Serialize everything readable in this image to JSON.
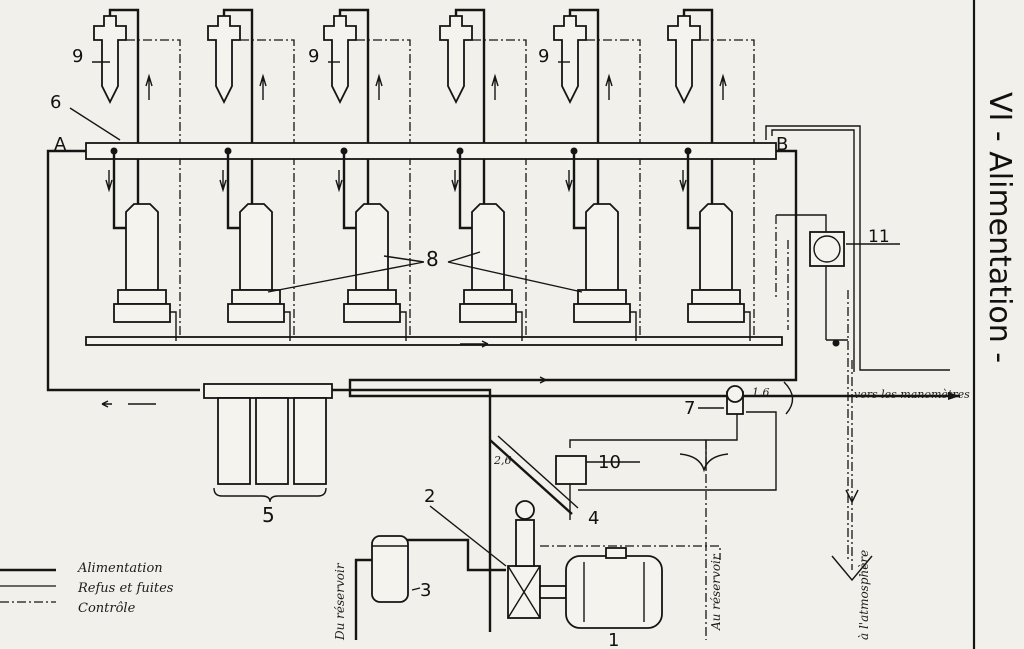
{
  "title": "VI - Alimentation -",
  "labels": {
    "A": "A",
    "B": "B",
    "n1": "1",
    "n2": "2",
    "n3": "3",
    "n4": "4",
    "n5": "5",
    "n6": "6",
    "n7": "7",
    "n8": "8",
    "n9": "9",
    "n10": "10",
    "n11": "11",
    "pressure_a": "1,6",
    "pressure_b": "2,6"
  },
  "annotations": {
    "manometres": "vers les manomètres",
    "du_reservoir": "Du réservoir",
    "au_reservoir": "Au réservoir",
    "atmosphere": "à l'atmosphère"
  },
  "legend": {
    "items": [
      {
        "label": "Alimentation"
      },
      {
        "label": "Refus et fuites"
      },
      {
        "label": "Contrôle"
      }
    ]
  },
  "colors": {
    "ink": "#151515",
    "paper": "#f1f0ea"
  },
  "icons": {
    "injector": "injector-icon",
    "pump": "injection-pump-icon",
    "filter": "filter-icon",
    "motor": "electric-motor-icon",
    "valve": "valve-icon",
    "gauge": "gauge-icon"
  }
}
